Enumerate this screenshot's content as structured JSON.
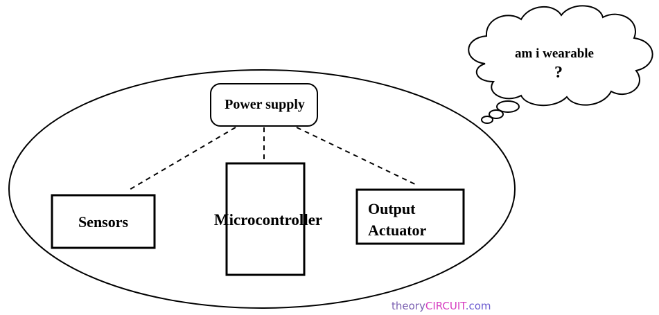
{
  "diagram": {
    "nodes": {
      "power_supply": {
        "label": "Power supply"
      },
      "sensors": {
        "label": "Sensors"
      },
      "microcontroller": {
        "label": "Microcontroller"
      },
      "output_actuator": {
        "lines": [
          "Output",
          "Actuator"
        ]
      }
    },
    "thought_bubble": {
      "line1": "am i wearable",
      "line2": "?"
    },
    "connections": [
      {
        "from": "power_supply",
        "to": "sensors",
        "style": "dashed"
      },
      {
        "from": "power_supply",
        "to": "microcontroller",
        "style": "dashed"
      },
      {
        "from": "power_supply",
        "to": "output_actuator",
        "style": "dashed"
      }
    ]
  },
  "watermark": {
    "part1": "theory",
    "part2": "CIRCUIT",
    "part3": ".com",
    "colors": {
      "part1": "#7a5fb0",
      "part2": "#d63ec0",
      "part3": "#6a5ad0"
    }
  }
}
